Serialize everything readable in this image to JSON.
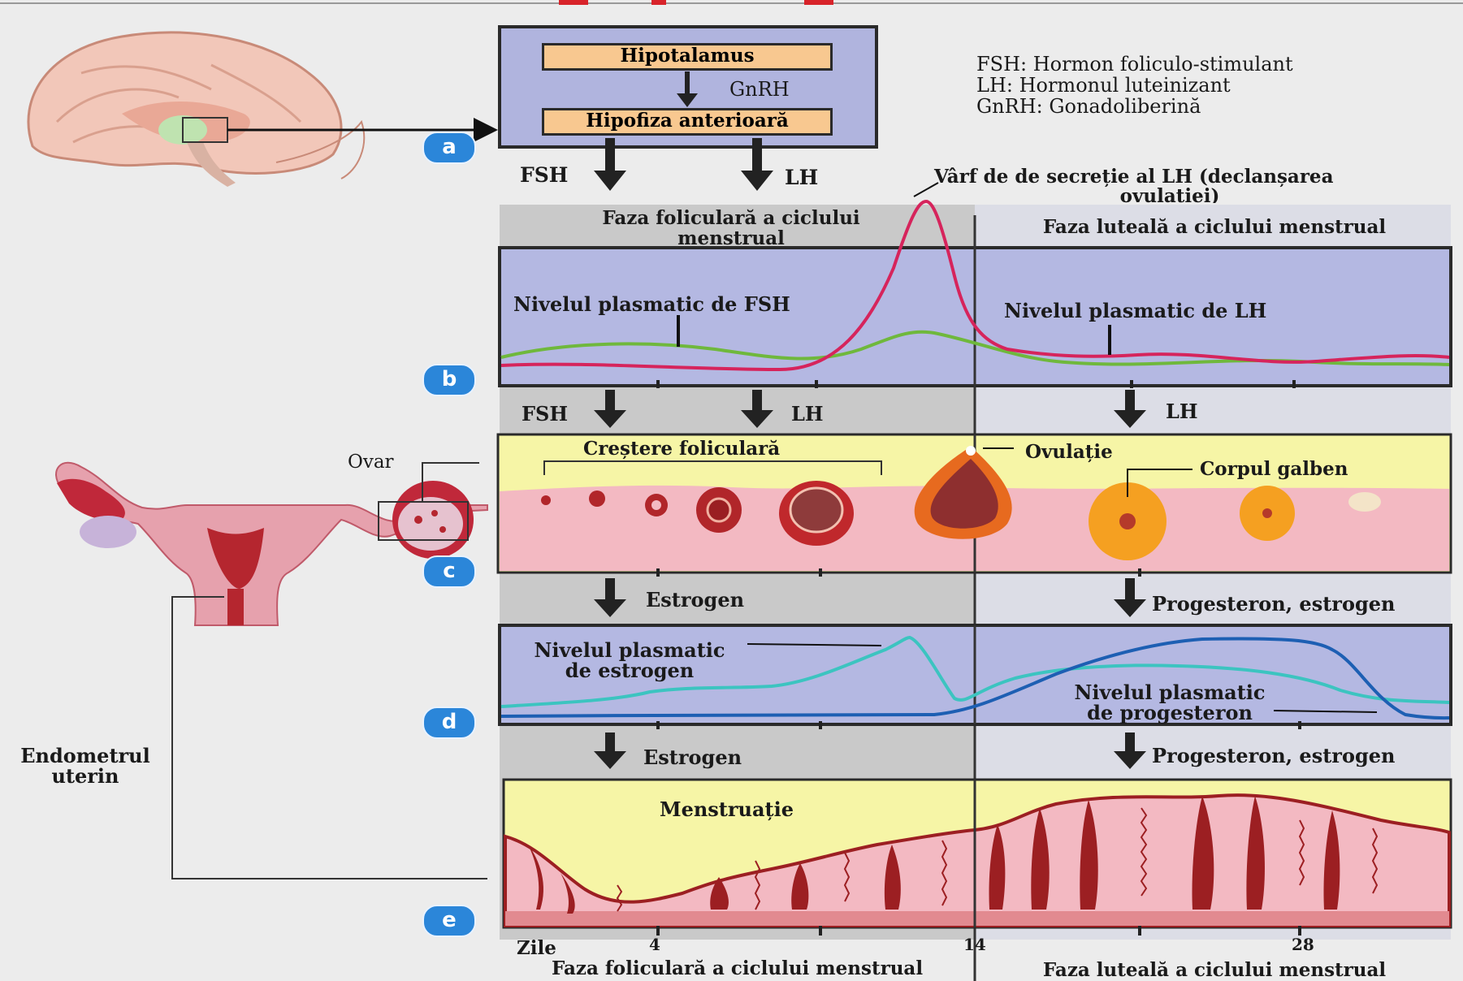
{
  "legend": {
    "fsh": "FSH: Hormon foliculo-stimulant",
    "lh": "LH: Hormonul luteinizant",
    "gnrh": "GnRH: Gonadoliberină"
  },
  "axis": {
    "hypothalamus": "Hipotalamus",
    "gnrh": "GnRH",
    "anterior_pituitary": "Hipofiza anterioară",
    "fsh": "FSH",
    "lh": "LH"
  },
  "phases": {
    "follicular_line1": "Faza foliculară a ciclului",
    "follicular_line2": "menstrual",
    "luteal": "Faza luteală a ciclului menstrual",
    "follicular_bottom": "Faza foliculară a ciclului menstrual",
    "luteal_bottom": "Faza luteală a ciclului menstrual"
  },
  "lh_peak": {
    "line1": "Vârf de de secreție al LH (declanșarea",
    "line2": "ovulației)"
  },
  "panel_b": {
    "fsh_label": "Nivelul plasmatic de FSH",
    "lh_label": "Nivelul plasmatic de LH",
    "fsh_arrow": "FSH",
    "lh_arrow": "LH",
    "lh_arrow_right": "LH"
  },
  "panel_c": {
    "growth": "Creștere foliculară",
    "ovulation": "Ovulație",
    "corpus_luteum": "Corpul galben",
    "estrogen_arrow": "Estrogen",
    "prog_arrow": "Progesteron, estrogen"
  },
  "panel_d": {
    "estrogen_line1": "Nivelul plasmatic",
    "estrogen_line2": "de estrogen",
    "prog_line1": "Nivelul plasmatic",
    "prog_line2": "de progesteron",
    "estrogen_arrow": "Estrogen",
    "prog_arrow": "Progesteron, estrogen"
  },
  "panel_e": {
    "menstruation": "Menstruație"
  },
  "days": {
    "label": "Zile",
    "t4": "4",
    "t14": "14",
    "t28": "28"
  },
  "anatomy": {
    "ovary": "Ovar",
    "endometrium_line1": "Endometrul",
    "endometrium_line2": "uterin"
  },
  "badges": [
    "a",
    "b",
    "c",
    "d",
    "e"
  ],
  "colors": {
    "lh_curve": "#d6245c",
    "fsh_curve": "#6fb83c",
    "estrogen_curve": "#3cc4c0",
    "progesterone_curve": "#1d5fb3",
    "panel_blue": "#b4b8e2",
    "panel_yellow": "#f6f5a6",
    "follicular_band": "#c8c8c8",
    "luteal_band": "#dcdde6"
  }
}
